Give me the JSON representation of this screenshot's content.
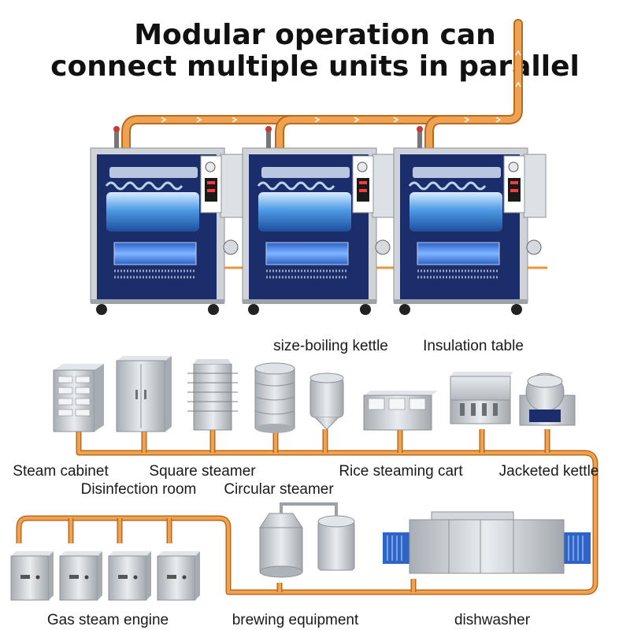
{
  "title": {
    "line1": "Modular operation can",
    "line2": "connect multiple units in parallel"
  },
  "colors": {
    "pipe": "#E8943A",
    "pipe_dark": "#B86A1E",
    "steel": "#C9CDD2",
    "panel": "#1B2D6B",
    "water": "#3A86D6"
  },
  "labels": {
    "size_boiling_kettle": "size-boiling kettle",
    "insulation_table": "Insulation table",
    "steam_cabinet": "Steam cabinet",
    "square_steamer": "Square steamer",
    "rice_steaming_cart": "Rice steaming cart",
    "jacketed_kettle": "Jacketed kettle",
    "disinfection_room": "Disinfection room",
    "circular_steamer": "Circular steamer",
    "gas_steam_engine": "Gas steam engine",
    "brewing_equipment": "brewing equipment",
    "dishwasher": "dishwasher"
  },
  "icons": [
    "steam-generator-icon",
    "pipe-icon",
    "steam-cabinet-icon",
    "kettle-icon",
    "dishwasher-icon"
  ]
}
